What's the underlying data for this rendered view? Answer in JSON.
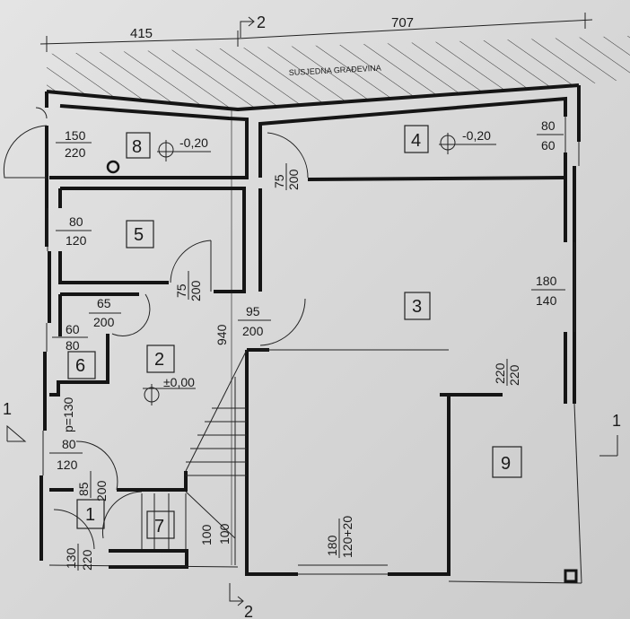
{
  "title_neighbor": "SUSJEDNA GRAĐEVINA",
  "dimensions": {
    "top_left": "415",
    "top_right": "707",
    "vertical": "940"
  },
  "section_marks": {
    "top": "2",
    "bottom": "2",
    "left": "1",
    "right": "1"
  },
  "rooms": [
    {
      "id": "8",
      "level": "-0,20"
    },
    {
      "id": "4",
      "level": "-0,20"
    },
    {
      "id": "5"
    },
    {
      "id": "3"
    },
    {
      "id": "2",
      "level": "±0,00"
    },
    {
      "id": "6"
    },
    {
      "id": "1"
    },
    {
      "id": "7"
    },
    {
      "id": "9"
    }
  ],
  "openings": {
    "r8_door": [
      "150",
      "220"
    ],
    "r4_window": [
      "80",
      "60"
    ],
    "r4_door": [
      "75",
      "200"
    ],
    "r5_window": [
      "80",
      "120"
    ],
    "r5_door": [
      "75",
      "200"
    ],
    "r6_door": [
      "65",
      "200"
    ],
    "r3_door": [
      "95",
      "200"
    ],
    "r6_window": [
      "60",
      "80"
    ],
    "parapet": "p=130",
    "r2_window": [
      "80",
      "120"
    ],
    "r1_door": [
      "85",
      "200"
    ],
    "entrance": [
      "130",
      "220"
    ],
    "stair": [
      "100",
      "100"
    ],
    "r3_window": [
      "180",
      "140"
    ],
    "r3_r9_opening": [
      "220",
      "220"
    ],
    "garage_door": [
      "180",
      "120+20"
    ]
  }
}
